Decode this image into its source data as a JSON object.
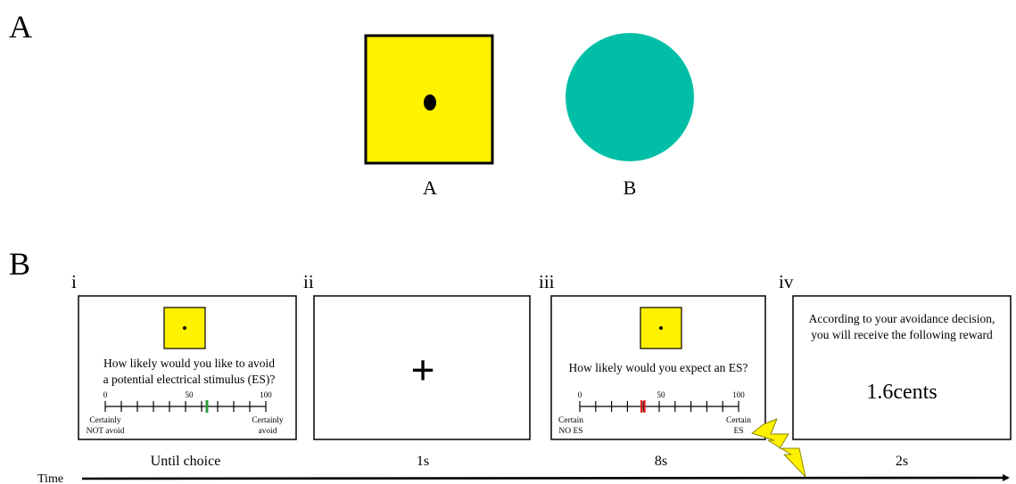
{
  "panel_a": {
    "panel_label": "A",
    "stimuli": [
      {
        "label": "A",
        "shape": "square-with-dot",
        "fill": "#FFF200"
      },
      {
        "label": "B",
        "shape": "circle",
        "fill": "#00BFA6"
      }
    ]
  },
  "panel_b": {
    "panel_label": "B",
    "screens": [
      {
        "index": "i",
        "question_line1": "How likely would you like to avoid",
        "question_line2": "a potential electrical stimulus (ES)?",
        "scale_ticks": [
          "0",
          "50",
          "100"
        ],
        "left_anchor_line1": "Certainly",
        "left_anchor_line2": "NOT avoid",
        "right_anchor_line1": "Certainly",
        "right_anchor_line2": "avoid",
        "marker_color": "#2E9E3E",
        "duration": "Until choice"
      },
      {
        "index": "ii",
        "symbol": "+",
        "duration": "1s"
      },
      {
        "index": "iii",
        "question_line1": "How likely would you expect an ES?",
        "scale_ticks": [
          "0",
          "50",
          "100"
        ],
        "left_anchor_line1": "Certain",
        "left_anchor_line2": "NO ES",
        "right_anchor_line1": "Certain",
        "right_anchor_line2": "ES",
        "marker_color": "#E02020",
        "duration": "8s"
      },
      {
        "index": "iv",
        "message_line1": "According to your avoidance decision,",
        "message_line2": "you will receive the following reward",
        "reward": "1.6cents",
        "duration": "2s"
      }
    ],
    "time_axis_label": "Time",
    "shock_icon_color": "#FFF200"
  }
}
